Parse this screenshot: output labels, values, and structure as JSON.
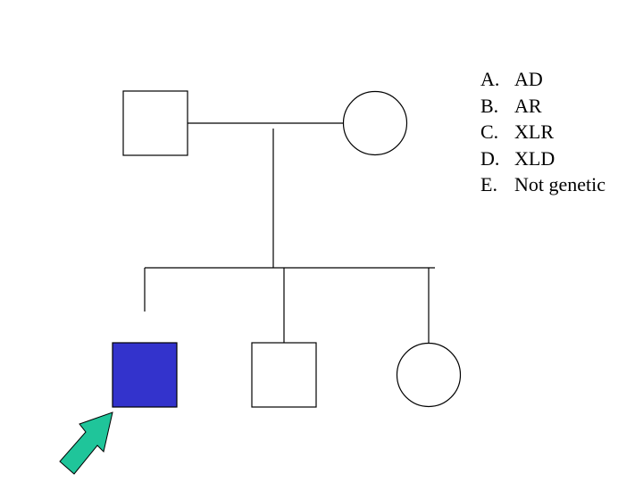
{
  "options": [
    {
      "letter": "A.",
      "text": "AD"
    },
    {
      "letter": "B.",
      "text": "AR"
    },
    {
      "letter": "C.",
      "text": "XLR"
    },
    {
      "letter": "D.",
      "text": "XLD"
    },
    {
      "letter": "E.",
      "text": "Not genetic"
    }
  ],
  "colors": {
    "affected": "#3333cc",
    "proband_arrow": "#1fc59a",
    "line": "#000000"
  },
  "pedigree": {
    "parents": [
      {
        "sex": "male",
        "affected": false
      },
      {
        "sex": "female",
        "affected": false
      }
    ],
    "children": [
      {
        "sex": "male",
        "affected": true,
        "proband": true
      },
      {
        "sex": "male",
        "affected": false
      },
      {
        "sex": "female",
        "affected": false
      }
    ]
  }
}
